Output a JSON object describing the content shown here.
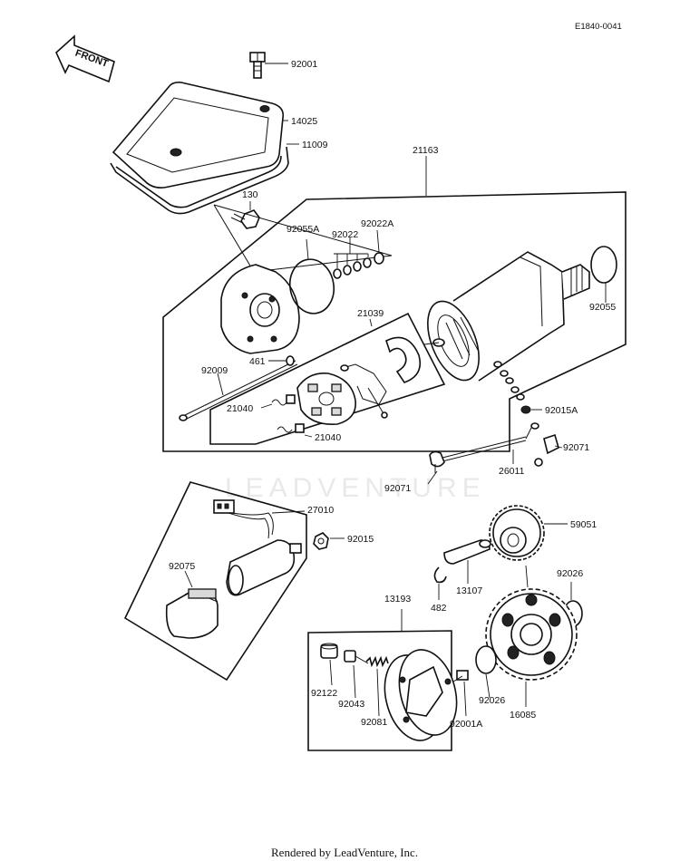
{
  "diagram": {
    "code": "E1840-0041",
    "front_label": "FRONT",
    "watermark": "LEADVENTURE",
    "footer": "Rendered by LeadVenture, Inc."
  },
  "parts": {
    "p92001": "92001",
    "p14025": "14025",
    "p11009": "11009",
    "p21163": "21163",
    "p130": "130",
    "p92055A": "92055A",
    "p92022A": "92022A",
    "p92022": "92022",
    "p92055": "92055",
    "p21039": "21039",
    "p461": "461",
    "p92009": "92009",
    "p21040a": "21040",
    "p21040b": "21040",
    "p92015A": "92015A",
    "p92071a": "92071",
    "p26011": "26011",
    "p92071b": "92071",
    "p27010": "27010",
    "p92015": "92015",
    "p92075": "92075",
    "p59051": "59051",
    "p13107": "13107",
    "p482": "482",
    "p92026a": "92026",
    "p13193": "13193",
    "p92122": "92122",
    "p92043": "92043",
    "p92081": "92081",
    "p92001A": "92001A",
    "p92026b": "92026",
    "p16085": "16085"
  }
}
